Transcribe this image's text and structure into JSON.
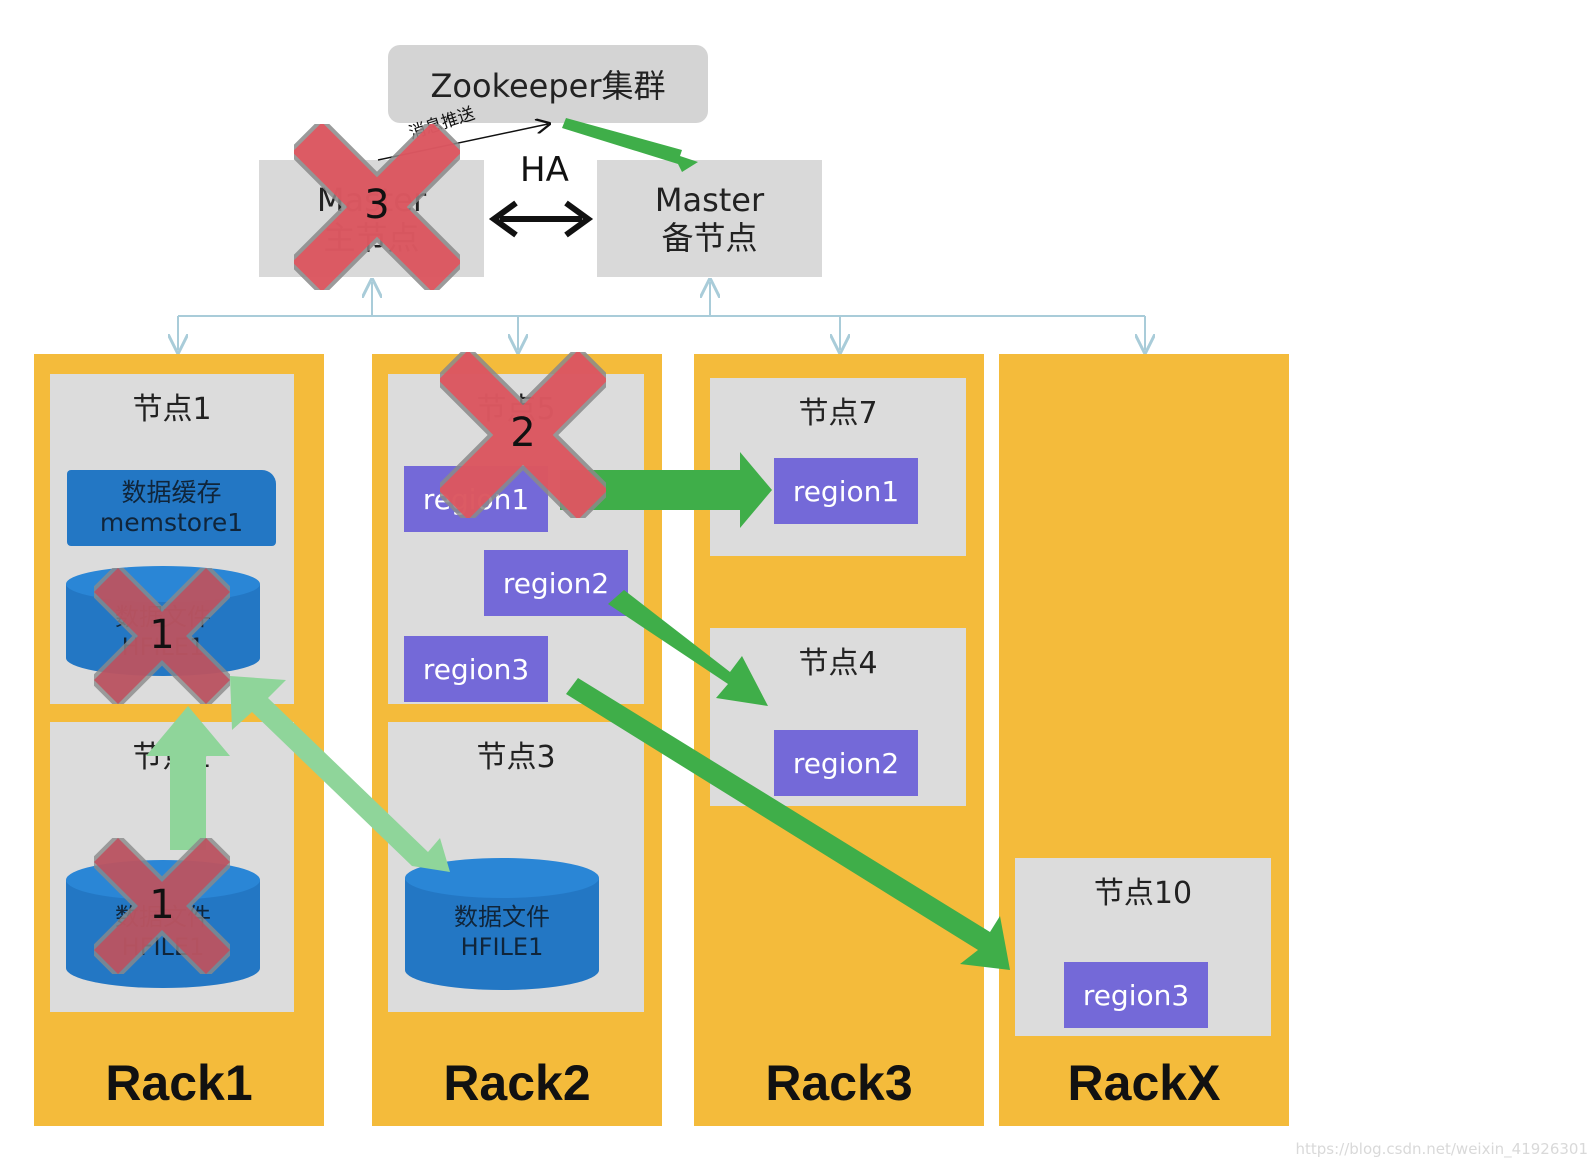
{
  "zookeeper": {
    "label": "Zookeeper集群"
  },
  "master_main": {
    "line1": "Master",
    "line2": "主节点"
  },
  "master_backup": {
    "line1": "Master",
    "line2": "备节点"
  },
  "ha_label": "HA",
  "push_label": "消息推送",
  "racks": [
    {
      "label": "Rack1"
    },
    {
      "label": "Rack2"
    },
    {
      "label": "Rack3"
    },
    {
      "label": "RackX"
    }
  ],
  "nodes": {
    "n1": {
      "title": "节点1",
      "cache_line1": "数据缓存",
      "cache_line2": "memstore1",
      "file_line1": "数据文件",
      "file_line2": "HFILE1"
    },
    "n2": {
      "title": "节点2",
      "file_line1": "数据文件",
      "file_line2": "HFILE1"
    },
    "n5": {
      "title": "节点5",
      "regions": [
        "region1",
        "region2",
        "region3"
      ]
    },
    "n3": {
      "title": "节点3",
      "file_line1": "数据文件",
      "file_line2": "HFILE1"
    },
    "n7": {
      "title": "节点7",
      "region": "region1"
    },
    "n4": {
      "title": "节点4",
      "region": "region2"
    },
    "n10": {
      "title": "节点10",
      "region": "region3"
    }
  },
  "failures": [
    "3",
    "2",
    "1",
    "1"
  ],
  "watermark": "https://blog.csdn.net/weixin_41926301",
  "colors": {
    "rack": "#f4bb3b",
    "node": "#dcdcdc",
    "region": "#7469d8",
    "storage": "#2377c4",
    "arrow": "#3fae49",
    "arrow_faded": "#8fd59a",
    "cross": "#e8505b"
  }
}
